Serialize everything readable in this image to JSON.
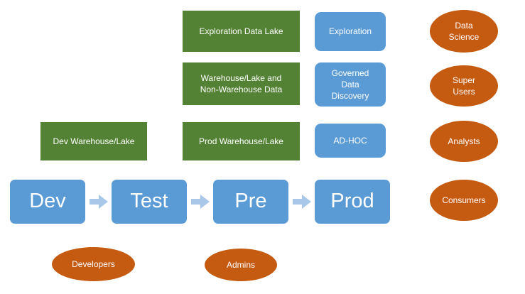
{
  "colors": {
    "green": "#548235",
    "blue": "#5b9bd5",
    "orange": "#c55a11",
    "arrow": "#a9c7e9",
    "text": "#ffffff"
  },
  "boxes": {
    "exploration_data_lake": "Exploration Data Lake",
    "warehouse_lake": "Warehouse/Lake and\nNon-Warehouse Data",
    "dev_warehouse": "Dev Warehouse/Lake",
    "prod_warehouse": "Prod Warehouse/Lake",
    "exploration": "Exploration",
    "governed_data_discovery": "Governed\nData\nDiscovery",
    "adhoc": "AD-HOC"
  },
  "pipeline": {
    "stages": [
      "Dev",
      "Test",
      "Pre",
      "Prod"
    ]
  },
  "roles": {
    "data_science": "Data\nScience",
    "super_users": "Super\nUsers",
    "analysts": "Analysts",
    "consumers": "Consumers",
    "developers": "Developers",
    "admins": "Admins"
  }
}
